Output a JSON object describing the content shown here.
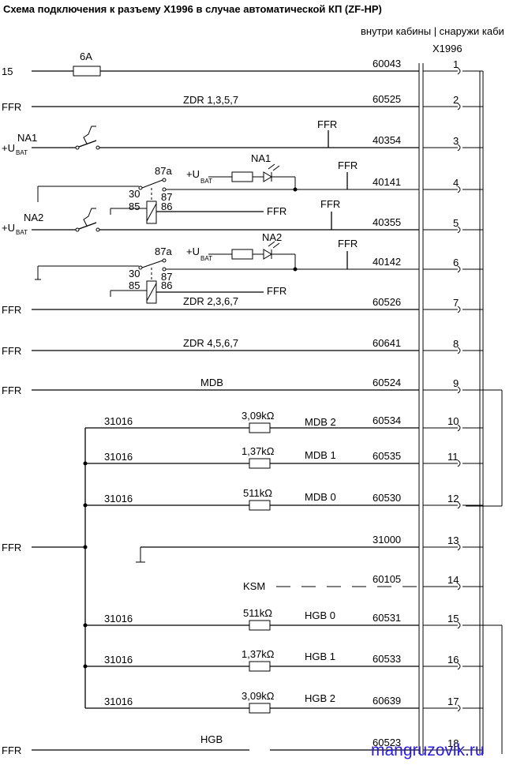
{
  "title": "Схема подключения к разъему X1996 в случае автоматической КП (ZF-HP)",
  "header": {
    "inside_outside": "внутри кабины | снаружи каби",
    "connector": "X1996"
  },
  "watermark": "mangruzovik.ru",
  "rows": [
    {
      "left": "15",
      "code": "60043",
      "pin": "1"
    },
    {
      "left": "FFR",
      "code": "60525",
      "pin": "2"
    },
    {
      "left": "",
      "code": "40354",
      "pin": "3"
    },
    {
      "left": "",
      "code": "40141",
      "pin": "4"
    },
    {
      "left": "",
      "code": "40355",
      "pin": "5"
    },
    {
      "left": "",
      "code": "40142",
      "pin": "6"
    },
    {
      "left": "FFR",
      "code": "60526",
      "pin": "7"
    },
    {
      "left": "FFR",
      "code": "60641",
      "pin": "8"
    },
    {
      "left": "FFR",
      "code": "60524",
      "pin": "9"
    },
    {
      "left": "",
      "code": "60534",
      "pin": "10"
    },
    {
      "left": "",
      "code": "60535",
      "pin": "11"
    },
    {
      "left": "",
      "code": "60530",
      "pin": "12"
    },
    {
      "left": "",
      "code": "31000",
      "pin": "13"
    },
    {
      "left": "",
      "code": "60105",
      "pin": "14"
    },
    {
      "left": "",
      "code": "60531",
      "pin": "15"
    },
    {
      "left": "",
      "code": "60533",
      "pin": "16"
    },
    {
      "left": "",
      "code": "60639",
      "pin": "17"
    },
    {
      "left": "FFR",
      "code": "60523",
      "pin": "18"
    }
  ],
  "labels": {
    "fuse": "6A",
    "zdr_1357": "ZDR 1,3,5,7",
    "zdr_2367": "ZDR 2,3,6,7",
    "zdr_4567": "ZDR 4,5,6,7",
    "mdb": "MDB",
    "hgb": "HGB",
    "ksm": "KSM",
    "ffr": "FFR",
    "ubat": "+U",
    "bat": "BAT",
    "na1": "NA1",
    "na2": "NA2",
    "r87a": "87a",
    "r30": "30",
    "r87": "87",
    "r85": "85",
    "r86": "86",
    "bus_ffr": "FFR",
    "net_31016": "31016",
    "mdb2": "MDB 2",
    "mdb1": "MDB 1",
    "mdb0": "MDB 0",
    "hgb0": "HGB 0",
    "hgb1": "HGB 1",
    "hgb2": "HGB 2",
    "r309": "3,09kΩ",
    "r137": "1,37kΩ",
    "r511": "511kΩ"
  }
}
